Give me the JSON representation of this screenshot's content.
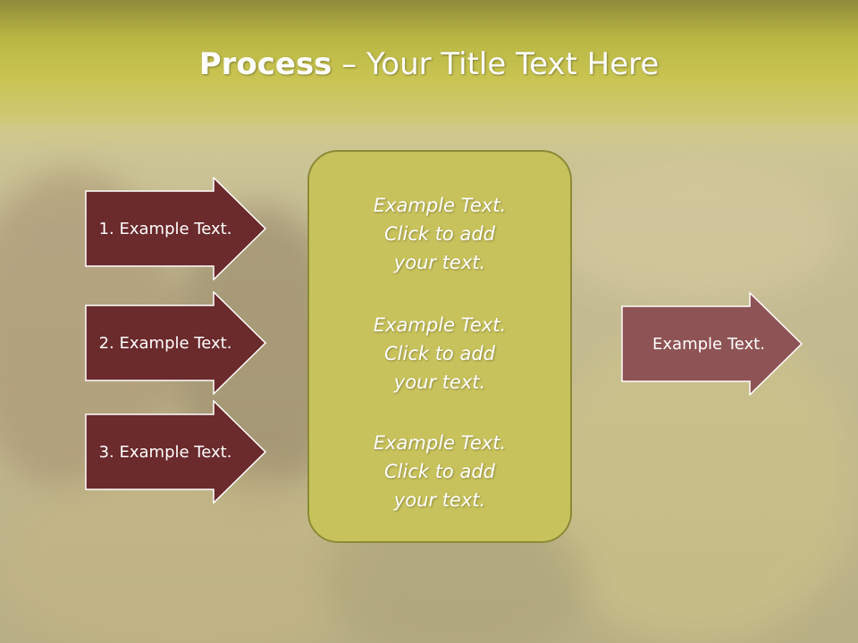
{
  "slide": {
    "title_strong": "Process",
    "title_rest": " – Your Title Text Here",
    "left_arrows": [
      {
        "label": "1. Example Text."
      },
      {
        "label": "2. Example Text."
      },
      {
        "label": "3. Example Text."
      }
    ],
    "center_box": [
      {
        "line1": "Example Text.",
        "line2": "Click  to add",
        "line3": "your text."
      },
      {
        "line1": "Example Text.",
        "line2": "Click  to add",
        "line3": "your text."
      },
      {
        "line1": "Example Text.",
        "line2": "Click  to add",
        "line3": "your text."
      }
    ],
    "right_arrow": {
      "label": "Example Text."
    }
  },
  "colors": {
    "left_arrow_fill": "#6b2a2c",
    "right_arrow_fill": "#8e5354",
    "center_box_fill": "#c8c25c",
    "title_band": "#c4c04a"
  }
}
